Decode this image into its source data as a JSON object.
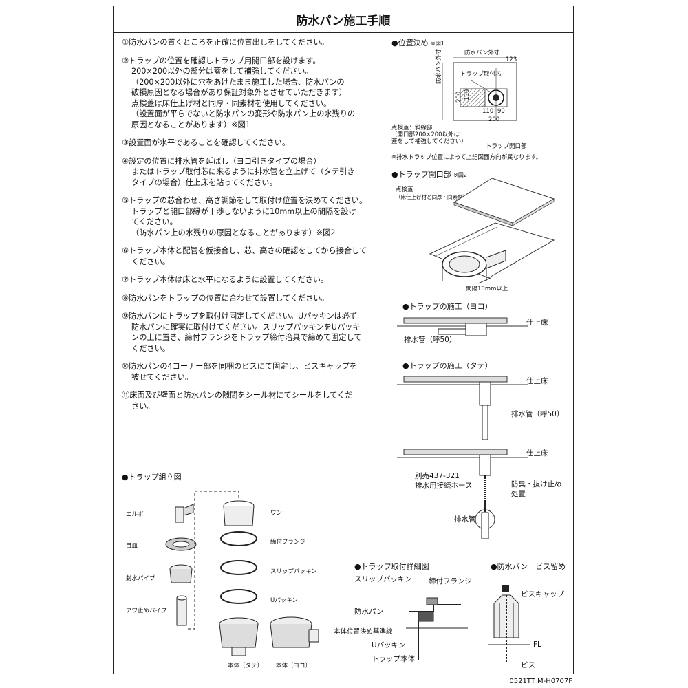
{
  "title": "防水パン施工手順",
  "steps": [
    {
      "num": "①",
      "lines": [
        "①防水パンの置くところを正確に位置出しをしてください。"
      ]
    },
    {
      "num": "②",
      "lines": [
        "②トラップの位置を確認しトラップ用開口部を設けます。",
        "200×200以外の部分は蓋をして補強してください。",
        "（200×200以外に穴をあけたまま施工した場合、防水パンの",
        "破損原因となる場合があり保証対象外とさせていただきます）",
        "点検蓋は床仕上げ材と同厚・同素材を使用してください。",
        "（設置面が平らでないと防水パンの変形や防水パン上の水残りの",
        "原因となることがあります）※図1"
      ]
    },
    {
      "num": "③",
      "lines": [
        "③設置面が水平であることを確認してください。"
      ]
    },
    {
      "num": "④",
      "lines": [
        "④設定の位置に排水管を延ばし（ヨコ引きタイプの場合）",
        "またはトラップ取付芯に来るように排水管を立上げて（タテ引き",
        "タイプの場合）仕上床を貼ってください。"
      ]
    },
    {
      "num": "⑤",
      "lines": [
        "⑤トラップの芯合わせ、高さ調節をして取付け位置を決めてください。",
        "トラップと開口部縁が干渉しないように10mm以上の間隔を設け",
        "てください。",
        "（防水パン上の水残りの原因となることがあります）※図2"
      ]
    },
    {
      "num": "⑥",
      "lines": [
        "⑥トラップ本体と配管を仮接合し、芯、高さの確認をしてから接合して",
        "ください。"
      ]
    },
    {
      "num": "⑦",
      "lines": [
        "⑦トラップ本体は床と水平になるように設置してください。"
      ]
    },
    {
      "num": "⑧",
      "lines": [
        "⑧防水パンをトラップの位置に合わせて設置してください。"
      ]
    },
    {
      "num": "⑨",
      "lines": [
        "⑨防水パンにトラップを取付け固定してください。Uパッキンは必ず",
        "防水パンに確実に取付けてください。スリップパッキンをUパッキ",
        "ンの上に置き、締付フランジをトラップ締付治具で締めて固定して",
        "ください。"
      ]
    },
    {
      "num": "⑩",
      "lines": [
        "⑩防水パンの4コーナー部を同梱のビスにて固定し、ビスキャップを",
        "被せてください。"
      ]
    },
    {
      "num": "⑪",
      "lines": [
        "⑪床面及び壁面と防水パンの隙間をシール材にてシールをしてくだ",
        "さい。"
      ]
    }
  ],
  "fig_position": {
    "caption": "●位置決め",
    "ref": "※図1",
    "outer_label": "防水パン外寸",
    "trap_center_label": "トラップ取付芯",
    "dim_123": "123",
    "dim_200a": "200",
    "dim_100": "100",
    "dim_110": "110",
    "dim_90": "90",
    "dim_200b": "200",
    "side_label": "防水パン外寸",
    "note_line1": "点検蓋：斜線部",
    "note_line2": "（開口部200×200以外は",
    "note_line3": "蓋をして補強してください）",
    "opening_label": "トラップ開口部",
    "footnote": "※排水トラップ位置によって上記図面方向が異なります。"
  },
  "fig_opening": {
    "caption": "●トラップ開口部",
    "ref": "※図2",
    "lid_label": "点検蓋",
    "lid_sub": "（床仕上げ材と同厚・同素材）",
    "gap_label": "間隔10mm以上"
  },
  "fig_yoko": {
    "caption": "●トラップの施工（ヨコ）",
    "floor": "仕上床",
    "pipe": "排水管（呼50）"
  },
  "fig_tate": {
    "caption": "●トラップの施工（タテ）",
    "floor": "仕上床",
    "pipe": "排水管（呼50）",
    "floor2": "仕上床",
    "hose_line1": "別売437-321",
    "hose_line2": "排水用接続ホース",
    "odor_line1": "防臭・抜け止め",
    "odor_line2": "処置",
    "pipe2": "排水管"
  },
  "fig_assembly": {
    "caption": "●トラップ組立図",
    "parts_left": [
      "エルボ",
      "目皿",
      "封水パイプ",
      "アワ止めパイプ"
    ],
    "parts_right": [
      "ワン",
      "締付フランジ",
      "スリップパッキン",
      "Uパッキン"
    ],
    "body_tate": "本体（タテ）",
    "body_yoko": "本体（ヨコ）"
  },
  "fig_detail": {
    "caption": "●トラップ取付詳細図",
    "slip": "スリップパッキン",
    "flange": "締付フランジ",
    "pan": "防水パン",
    "ref_line": "本体位置決め基準線",
    "upack": "Uパッキン",
    "body": "トラップ本体"
  },
  "fig_screw": {
    "caption": "●防水パン　ビス留め",
    "cap": "ビスキャップ",
    "fl": "FL",
    "screw": "ビス"
  },
  "doc_code": "0521TT M-H0707F"
}
